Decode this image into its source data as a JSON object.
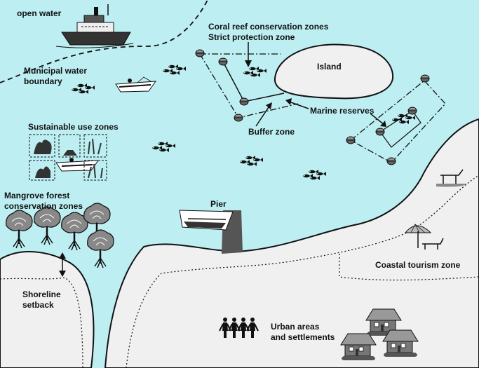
{
  "labels": {
    "open_water": "open water",
    "municipal_water_boundary": [
      "Municipal water",
      "boundary"
    ],
    "coral_reef_zones": [
      "Coral reef conservation zones",
      "Strict protection zone"
    ],
    "island": "Island",
    "marine_reserves": "Marine reserves",
    "buffer_zone": "Buffer zone",
    "sustainable_use_zones": "Sustainable use zones",
    "mangrove_zones": [
      "Mangrove forest",
      "conservation zones"
    ],
    "pier": "Pier",
    "shoreline_setback": [
      "Shoreline",
      "setback"
    ],
    "coastal_tourism_zone": "Coastal tourism zone",
    "urban_areas": [
      "Urban areas",
      "and settlements"
    ]
  },
  "colors": {
    "sea": "#bdeef2",
    "land": "#f0f0f0",
    "outline": "#111111",
    "pier": "#555555"
  },
  "icons": [
    "ship-icon",
    "fishing-boat-icon",
    "fish-school-icon",
    "buoy-icon",
    "mangrove-tree-icon",
    "coral-icon",
    "beach-umbrella-icon",
    "beach-chairs-icon",
    "house-icon",
    "people-icon"
  ]
}
